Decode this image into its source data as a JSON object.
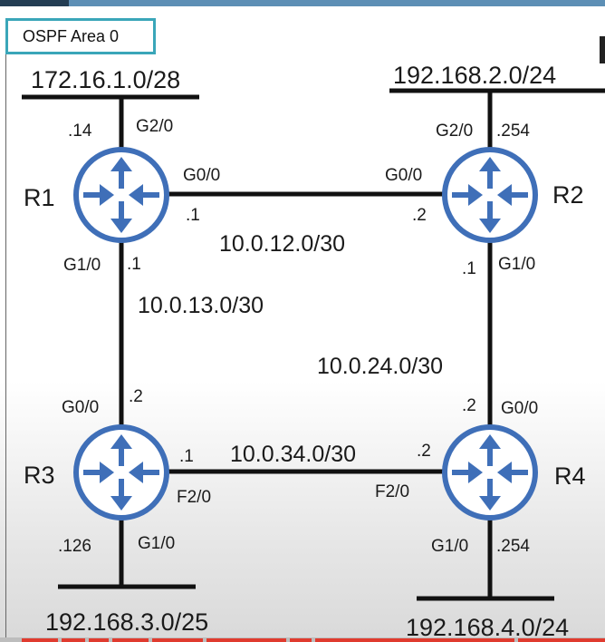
{
  "area_label": "OSPF Area 0",
  "routers": {
    "r1": {
      "name": "R1"
    },
    "r2": {
      "name": "R2"
    },
    "r3": {
      "name": "R3"
    },
    "r4": {
      "name": "R4"
    }
  },
  "lans": {
    "r1": {
      "network": "172.16.1.0/28",
      "iface": "G2/0",
      "host": ".14"
    },
    "r2": {
      "network": "192.168.2.0/24",
      "iface": "G2/0",
      "host": ".254"
    },
    "r3": {
      "network": "192.168.3.0/25",
      "iface": "G1/0",
      "host": ".126"
    },
    "r4": {
      "network": "192.168.4.0/24",
      "iface": "G1/0",
      "host": ".254"
    }
  },
  "links": {
    "r1_r2": {
      "network": "10.0.12.0/30",
      "a_iface": "G0/0",
      "a_host": ".1",
      "b_iface": "G0/0",
      "b_host": ".2"
    },
    "r1_r3": {
      "network": "10.0.13.0/30",
      "a_iface": "G1/0",
      "a_host": ".1",
      "b_iface": "G0/0",
      "b_host": ".2"
    },
    "r2_r4": {
      "network": "10.0.24.0/30",
      "a_iface": "G1/0",
      "a_host": ".1",
      "b_iface": "G0/0",
      "b_host": ".2"
    },
    "r3_r4": {
      "network": "10.0.34.0/30",
      "a_iface": "F2/0",
      "a_host": ".1",
      "b_iface": "F2/0",
      "b_host": ".2"
    }
  },
  "colors": {
    "router": "#3f6fb8",
    "area_border": "#3aa6b9",
    "line": "#111111"
  }
}
